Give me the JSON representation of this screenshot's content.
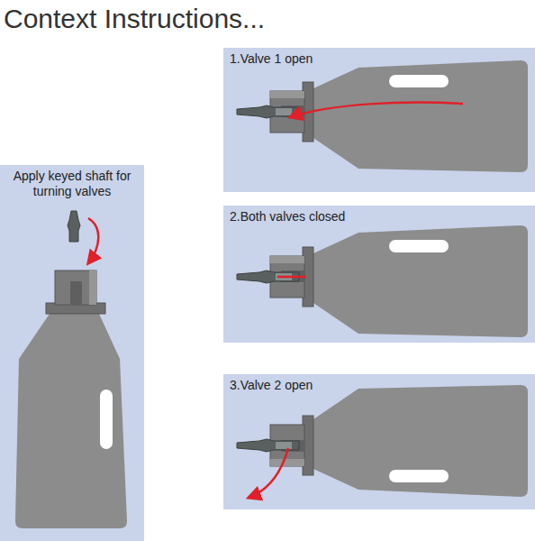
{
  "diagram": {
    "title": "Context Instructions...",
    "nodes": [
      {
        "text": [
          "Apply keyed shaft for turning valves"
        ]
      },
      {
        "text": [
          "1.Valve 1 open"
        ]
      },
      {
        "text": [
          "2.Both valves closed"
        ]
      },
      {
        "text": [
          "3.Valve 2 open"
        ]
      }
    ]
  }
}
